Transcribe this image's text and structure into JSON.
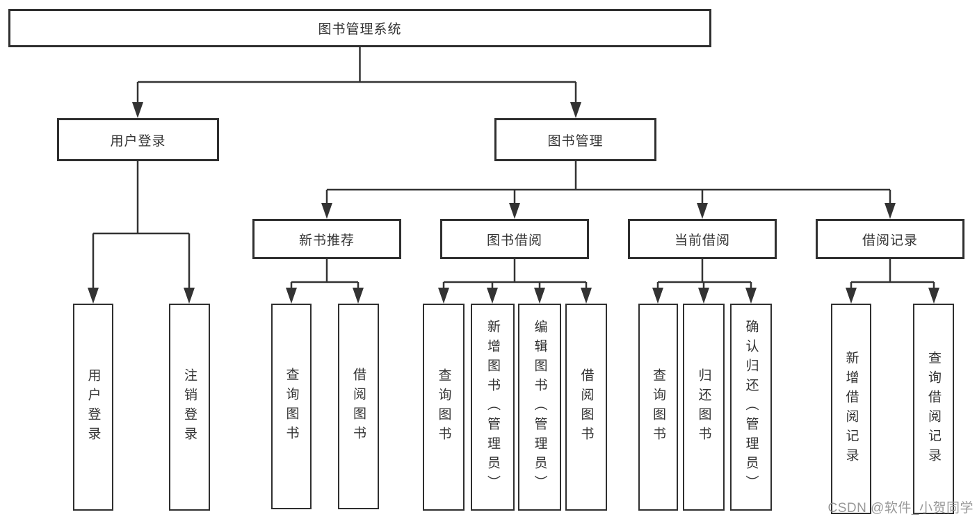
{
  "diagram": {
    "root": {
      "label": "图书管理系统"
    },
    "level2": [
      {
        "label": "用户登录"
      },
      {
        "label": "图书管理"
      }
    ],
    "level3": [
      {
        "label": "新书推荐"
      },
      {
        "label": "图书借阅"
      },
      {
        "label": "当前借阅"
      },
      {
        "label": "借阅记录"
      }
    ],
    "leaves": {
      "user_login": [
        {
          "label": "用户登录"
        },
        {
          "label": "注销登录"
        }
      ],
      "new_book_recommend": [
        {
          "label": "查询图书"
        },
        {
          "label": "借阅图书"
        }
      ],
      "book_borrow": [
        {
          "label": "查询图书"
        },
        {
          "label": "新增图书（管理员）"
        },
        {
          "label": "编辑图书（管理员）"
        },
        {
          "label": "借阅图书"
        }
      ],
      "current_borrow": [
        {
          "label": "查询图书"
        },
        {
          "label": "归还图书"
        },
        {
          "label": "确认归还（管理员）"
        }
      ],
      "borrow_record": [
        {
          "label": "新增借阅记录"
        },
        {
          "label": "查询借阅记录"
        }
      ]
    }
  },
  "watermark": "CSDN @软件_小贺同学",
  "colors": {
    "line": "#333333",
    "box_border": "#2f2f2f",
    "text": "#333333",
    "watermark": "#949494",
    "background": "#ffffff"
  }
}
